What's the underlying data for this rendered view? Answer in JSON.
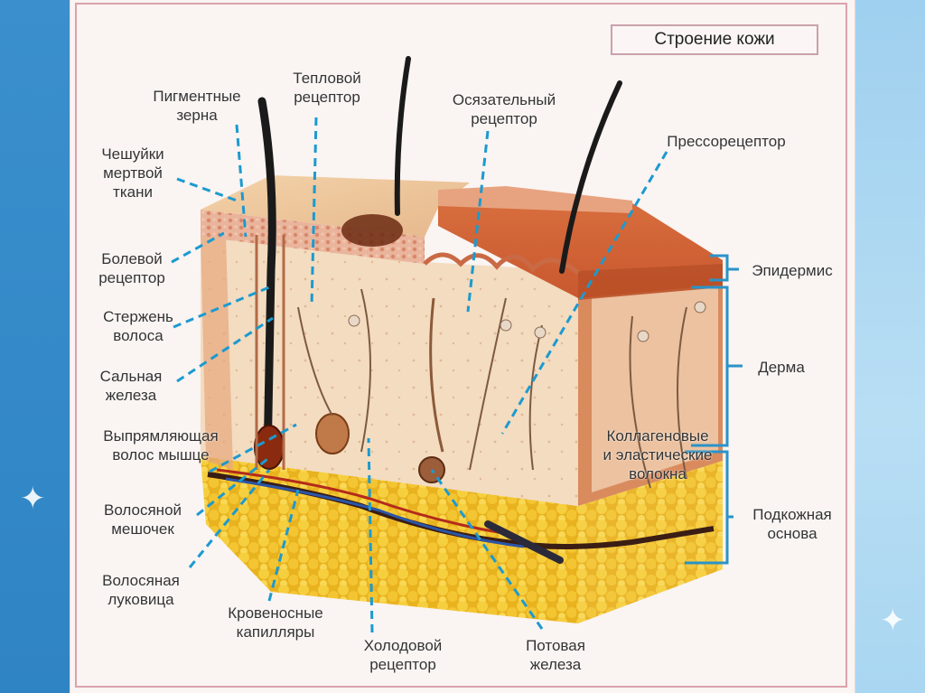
{
  "title": "Строение кожи",
  "labels": {
    "pigment": "Пигментные\nзерна",
    "dead_scales": "Чешуйки\nмертвой\nткани",
    "pain": "Болевой\nрецептор",
    "hair_shaft": "Стержень\nволоса",
    "sebaceous": "Сальная\nжелеза",
    "erector": "Выпрямляющая\nволос мышце",
    "follicle": "Волосяной\nмешочек",
    "bulb": "Волосяная\nлуковица",
    "capillaries": "Кровеносные\nкапилляры",
    "cold": "Холодовой\nрецептор",
    "sweat": "Потовая\nжелеза",
    "heat": "Тепловой\nрецептор",
    "touch": "Осязательный\nрецептор",
    "pressure": "Прессорецептор",
    "epidermis": "Эпидермис",
    "dermis": "Дерма",
    "fibers": "Коллагеновые\nи эластические\nволокна",
    "hypodermis": "Подкожная\nоснова"
  },
  "colors": {
    "leader": "#1b9ad0",
    "bracket": "#2a93c9",
    "epidermis": "#e7b39a",
    "dermis": "#f1d6b8",
    "fat": "#f2c12e",
    "hair": "#1a1a1a"
  }
}
